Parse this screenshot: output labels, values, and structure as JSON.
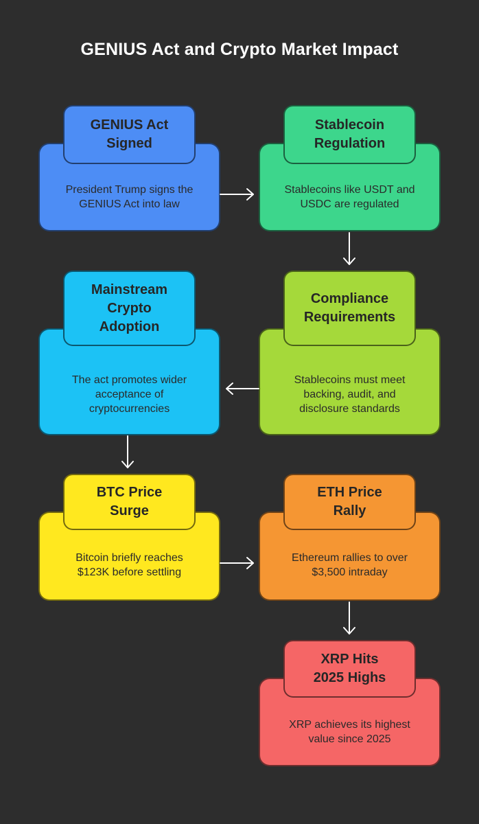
{
  "title": "GENIUS Act and Crypto Market Impact",
  "colors": {
    "background": "#2d2d2d",
    "blue": "#4d8df5",
    "green": "#3dd68c",
    "cyan": "#1cc2f5",
    "lime": "#a5d93a",
    "yellow": "#ffe81f",
    "orange": "#f59633",
    "red": "#f56666"
  },
  "nodes": [
    {
      "id": "genius-act-signed",
      "heading": "GENIUS Act\nSigned",
      "text": "President Trump signs the\nGENIUS Act into law",
      "color": "blue"
    },
    {
      "id": "stablecoin-regulation",
      "heading": "Stablecoin\nRegulation",
      "text": "Stablecoins like USDT and\nUSDC are regulated",
      "color": "green"
    },
    {
      "id": "compliance-requirements",
      "heading": "Compliance\nRequirements",
      "text": "Stablecoins must meet\nbacking, audit, and\ndisclosure standards",
      "color": "lime"
    },
    {
      "id": "mainstream-crypto-adoption",
      "heading": "Mainstream\nCrypto\nAdoption",
      "text": "The act promotes wider\nacceptance of\ncryptocurrencies",
      "color": "cyan"
    },
    {
      "id": "btc-price-surge",
      "heading": "BTC Price\nSurge",
      "text": "Bitcoin briefly reaches\n$123K before settling",
      "color": "yellow"
    },
    {
      "id": "eth-price-rally",
      "heading": "ETH Price\nRally",
      "text": "Ethereum rallies to over\n$3,500 intraday",
      "color": "orange"
    },
    {
      "id": "xrp-hits-2025-highs",
      "heading": "XRP Hits\n2025 Highs",
      "text": "XRP achieves its highest\nvalue since 2025",
      "color": "red"
    }
  ],
  "flow": [
    [
      "genius-act-signed",
      "stablecoin-regulation"
    ],
    [
      "stablecoin-regulation",
      "compliance-requirements"
    ],
    [
      "compliance-requirements",
      "mainstream-crypto-adoption"
    ],
    [
      "mainstream-crypto-adoption",
      "btc-price-surge"
    ],
    [
      "btc-price-surge",
      "eth-price-rally"
    ],
    [
      "eth-price-rally",
      "xrp-hits-2025-highs"
    ]
  ]
}
